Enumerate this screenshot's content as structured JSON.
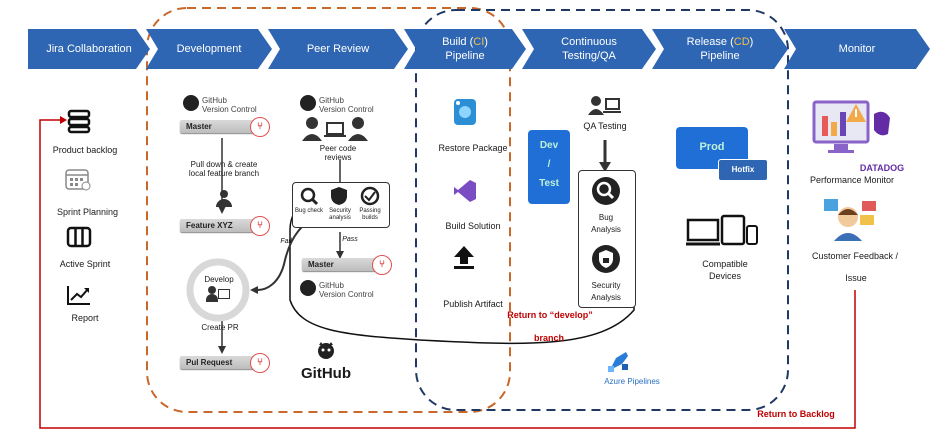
{
  "stages": {
    "jira": "Jira Collaboration",
    "development": "Development",
    "peer_review": "Peer Review",
    "build_a": "Build (",
    "build_ci": "CI",
    "build_b": ")",
    "build_line2": "Pipeline",
    "ct_line1": "Continuous",
    "ct_line2": "Testing/QA",
    "release_a": "Release (",
    "release_cd": "CD",
    "release_b": ")",
    "release_line2": "Pipeline",
    "monitor": "Monitor"
  },
  "jira": {
    "product_backlog": "Product backlog",
    "sprint_planning": "Sprint Planning",
    "active_sprint": "Active Sprint",
    "report": "Report"
  },
  "development": {
    "github_vc_1": "GitHub",
    "github_vc_2": "Version Control",
    "master": "Master",
    "pull_down": "Pull down & create local feature branch",
    "feature": "Feature XYZ",
    "develop": "Develop",
    "create_pr": "Create PR",
    "pull_request": "Pul Request"
  },
  "peer_review": {
    "github_vc_1": "GitHub",
    "github_vc_2": "Version Control",
    "peer_code": "Peer code reviews",
    "bug_check": "Bug check",
    "security_analysis": "Security analysis",
    "passing_builds": "Passing builds",
    "fail": "Fail",
    "pass": "Pass",
    "master": "Master",
    "github_logo": "GitHub"
  },
  "build": {
    "restore": "Restore Package",
    "build_solution": "Build Solution",
    "publish": "Publish Artifact"
  },
  "testing": {
    "devtest_1": "Dev",
    "devtest_2": "/",
    "devtest_3": "Test",
    "qa_testing": "QA Testing",
    "bug_analysis": "Bug Analysis",
    "security_analysis": "Security Analysis",
    "return_develop": "Return to “develop”",
    "branch": "branch",
    "azure": "Azure Pipelines"
  },
  "release": {
    "prod": "Prod",
    "hotfix": "Hotfix",
    "compatible": "Compatible Devices"
  },
  "monitor": {
    "performance": "Performance Monitor",
    "datadog": "DATADOG",
    "feedback": "Customer Feedback /",
    "issue": "Issue",
    "return_backlog": "Return to Backlog"
  },
  "colors": {
    "stage_blue": "#2f66b3",
    "highlight_yellow": "#f2c14a",
    "dev_dashed_orange": "#c8682a",
    "ci_dashed_navy": "#1f3864",
    "return_red": "#c00000",
    "prod_blue": "#1f6fd6",
    "datadog_purple": "#632ca6"
  }
}
